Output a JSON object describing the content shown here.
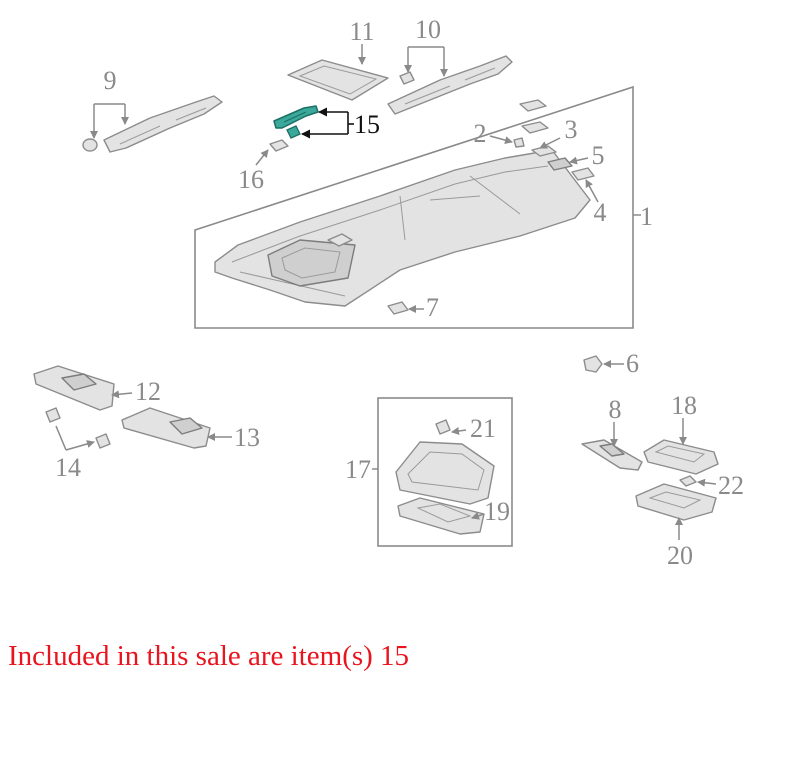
{
  "diagram": {
    "highlight_color": "#3aa89a",
    "caption_color": "#e8141e",
    "callouts": {
      "c1": "1",
      "c2": "2",
      "c3": "3",
      "c4": "4",
      "c5": "5",
      "c6": "6",
      "c7": "7",
      "c8": "8",
      "c9": "9",
      "c10": "10",
      "c11": "11",
      "c12": "12",
      "c13": "13",
      "c14": "14",
      "c15": "15",
      "c16": "16",
      "c17": "17",
      "c18": "18",
      "c19": "19",
      "c20": "20",
      "c21": "21",
      "c22": "22"
    }
  },
  "caption": "Included in this sale are item(s) 15"
}
